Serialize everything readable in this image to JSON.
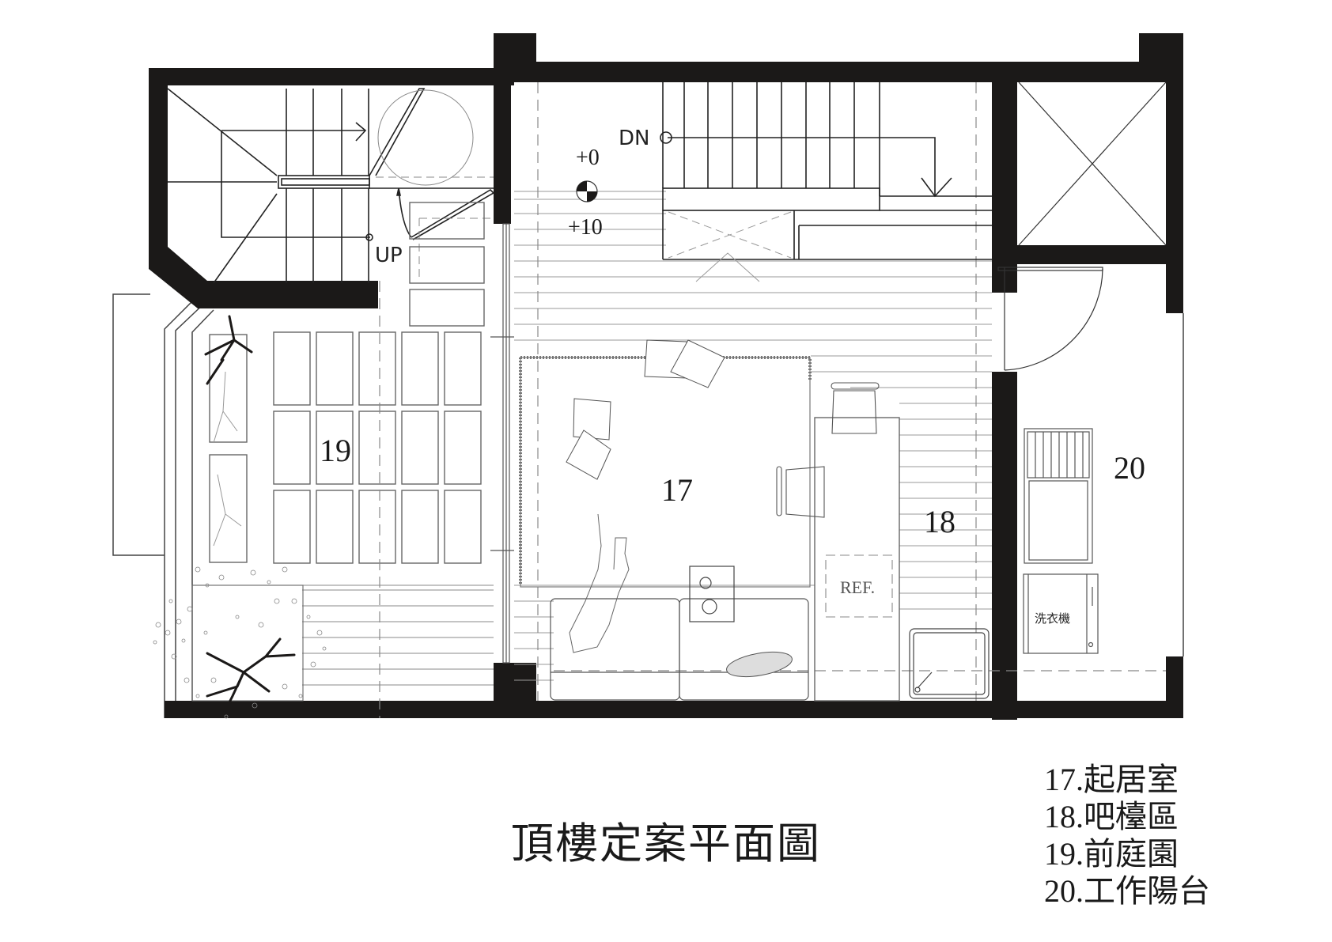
{
  "title": "頂樓定案平面圖",
  "rooms": [
    {
      "id": "17",
      "label": "17"
    },
    {
      "id": "18",
      "label": "18"
    },
    {
      "id": "19",
      "label": "19"
    },
    {
      "id": "20",
      "label": "20"
    }
  ],
  "legend": [
    "17.起居室",
    "18.吧檯區",
    "19.前庭園",
    "20.工作陽台"
  ],
  "annotations": {
    "stair_up": "UP",
    "stair_down": "DN",
    "level_top": "+0",
    "level_bottom": "+10",
    "fridge": "REF.",
    "washer": "洗衣機"
  },
  "colors": {
    "wall": "#1b1918",
    "line": "#2a2a2a",
    "thin_line": "#8a8280",
    "background": "#ffffff"
  }
}
